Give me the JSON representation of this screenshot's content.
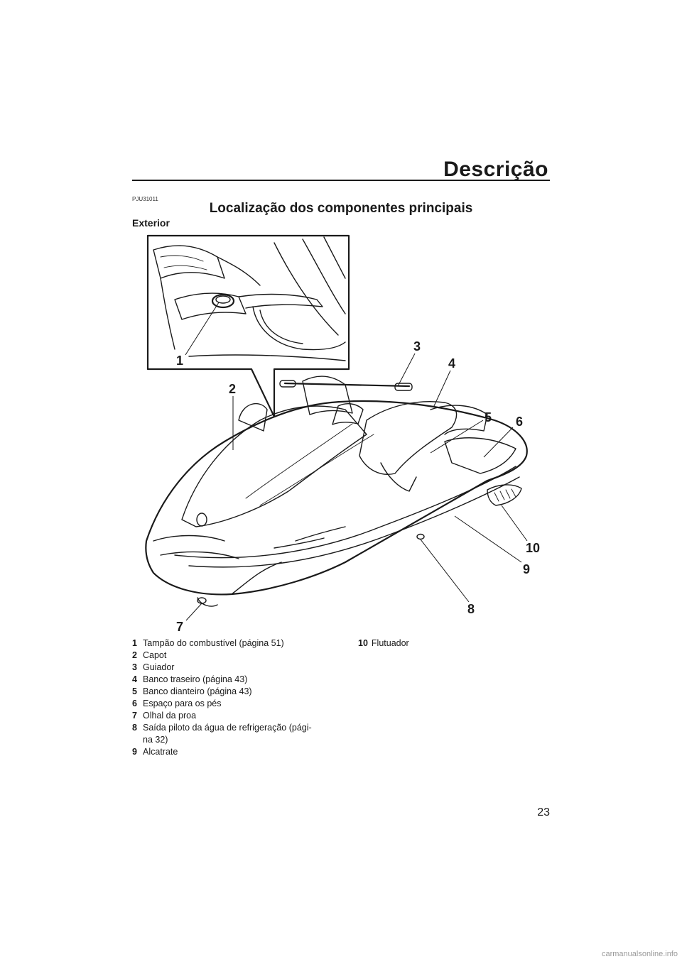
{
  "header": {
    "title": "Descrição"
  },
  "doc_code": "PJU31011",
  "section_title": "Localização dos componentes principais",
  "sub_heading": "Exterior",
  "callouts": [
    "1",
    "2",
    "3",
    "4",
    "5",
    "6",
    "7",
    "8",
    "9",
    "10"
  ],
  "legend": [
    {
      "num": "1",
      "text": "Tampão do combustível (página 51)"
    },
    {
      "num": "2",
      "text": "Capot"
    },
    {
      "num": "3",
      "text": "Guiador"
    },
    {
      "num": "4",
      "text": "Banco traseiro (página 43)"
    },
    {
      "num": "5",
      "text": "Banco dianteiro (página 43)"
    },
    {
      "num": "6",
      "text": "Espaço para os pés"
    },
    {
      "num": "7",
      "text": "Olhal da proa"
    },
    {
      "num": "8",
      "text": "Saída piloto da água de refrigeração (pági-\nna 32)"
    },
    {
      "num": "9",
      "text": "Alcatrate"
    },
    {
      "num": "10",
      "text": "Flutuador"
    }
  ],
  "page_number": "23",
  "watermark": "carmanualsonline.info"
}
